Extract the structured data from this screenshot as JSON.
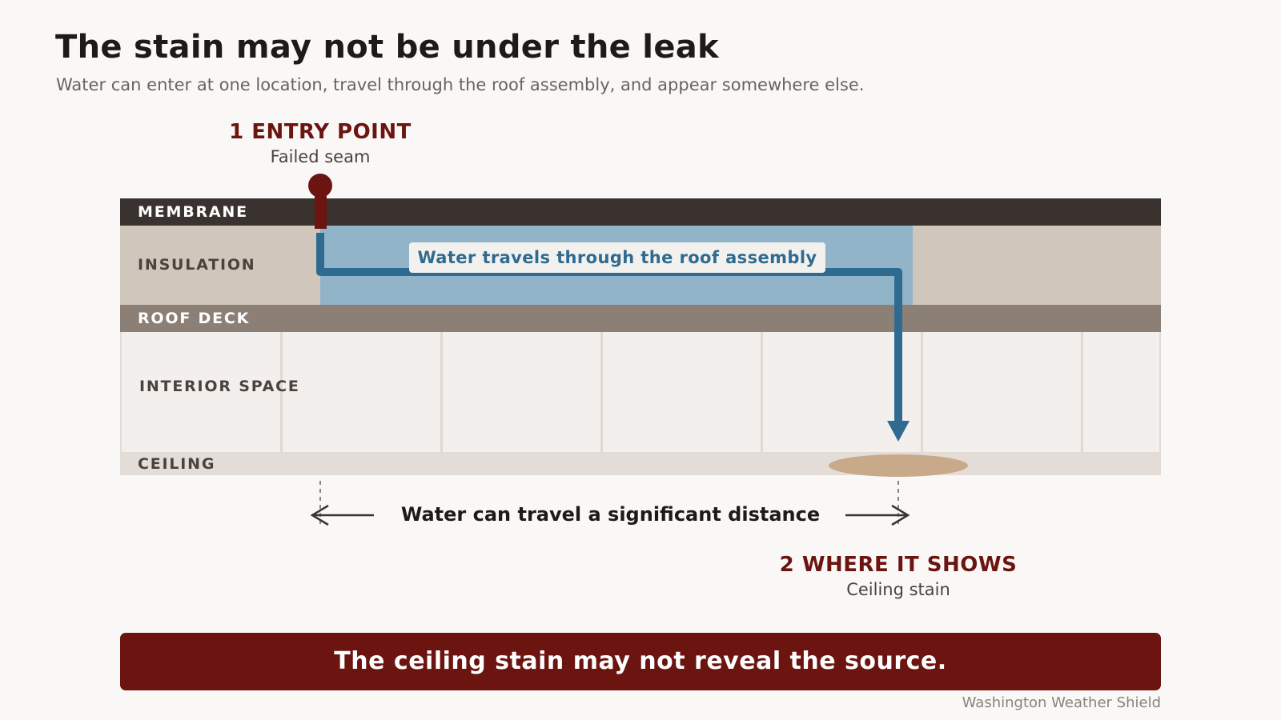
{
  "header": {
    "title": "The stain may not be under the leak",
    "subtitle": "Water can enter at one location, travel through the roof assembly, and appear somewhere else."
  },
  "entry_callout": {
    "title": "1 ENTRY POINT",
    "subtitle": "Failed seam"
  },
  "show_callout": {
    "title": "2 WHERE IT SHOWS",
    "subtitle": "Ceiling stain"
  },
  "layers": {
    "membrane": "MEMBRANE",
    "insulation": "INSULATION",
    "roof_deck": "ROOF DECK",
    "interior": "INTERIOR SPACE",
    "ceiling": "CEILING"
  },
  "flow_label": "Water travels through the roof assembly",
  "distance_label": "Water can travel a significant distance",
  "banner": "The ceiling stain may not reveal the source.",
  "footer": "Washington Weather Shield",
  "colors": {
    "accent": "#6b1410",
    "water": "#2f6b91",
    "wet_insulation": "#91b4c9",
    "stain": "#c8aa8b",
    "membrane": "#39322e"
  }
}
